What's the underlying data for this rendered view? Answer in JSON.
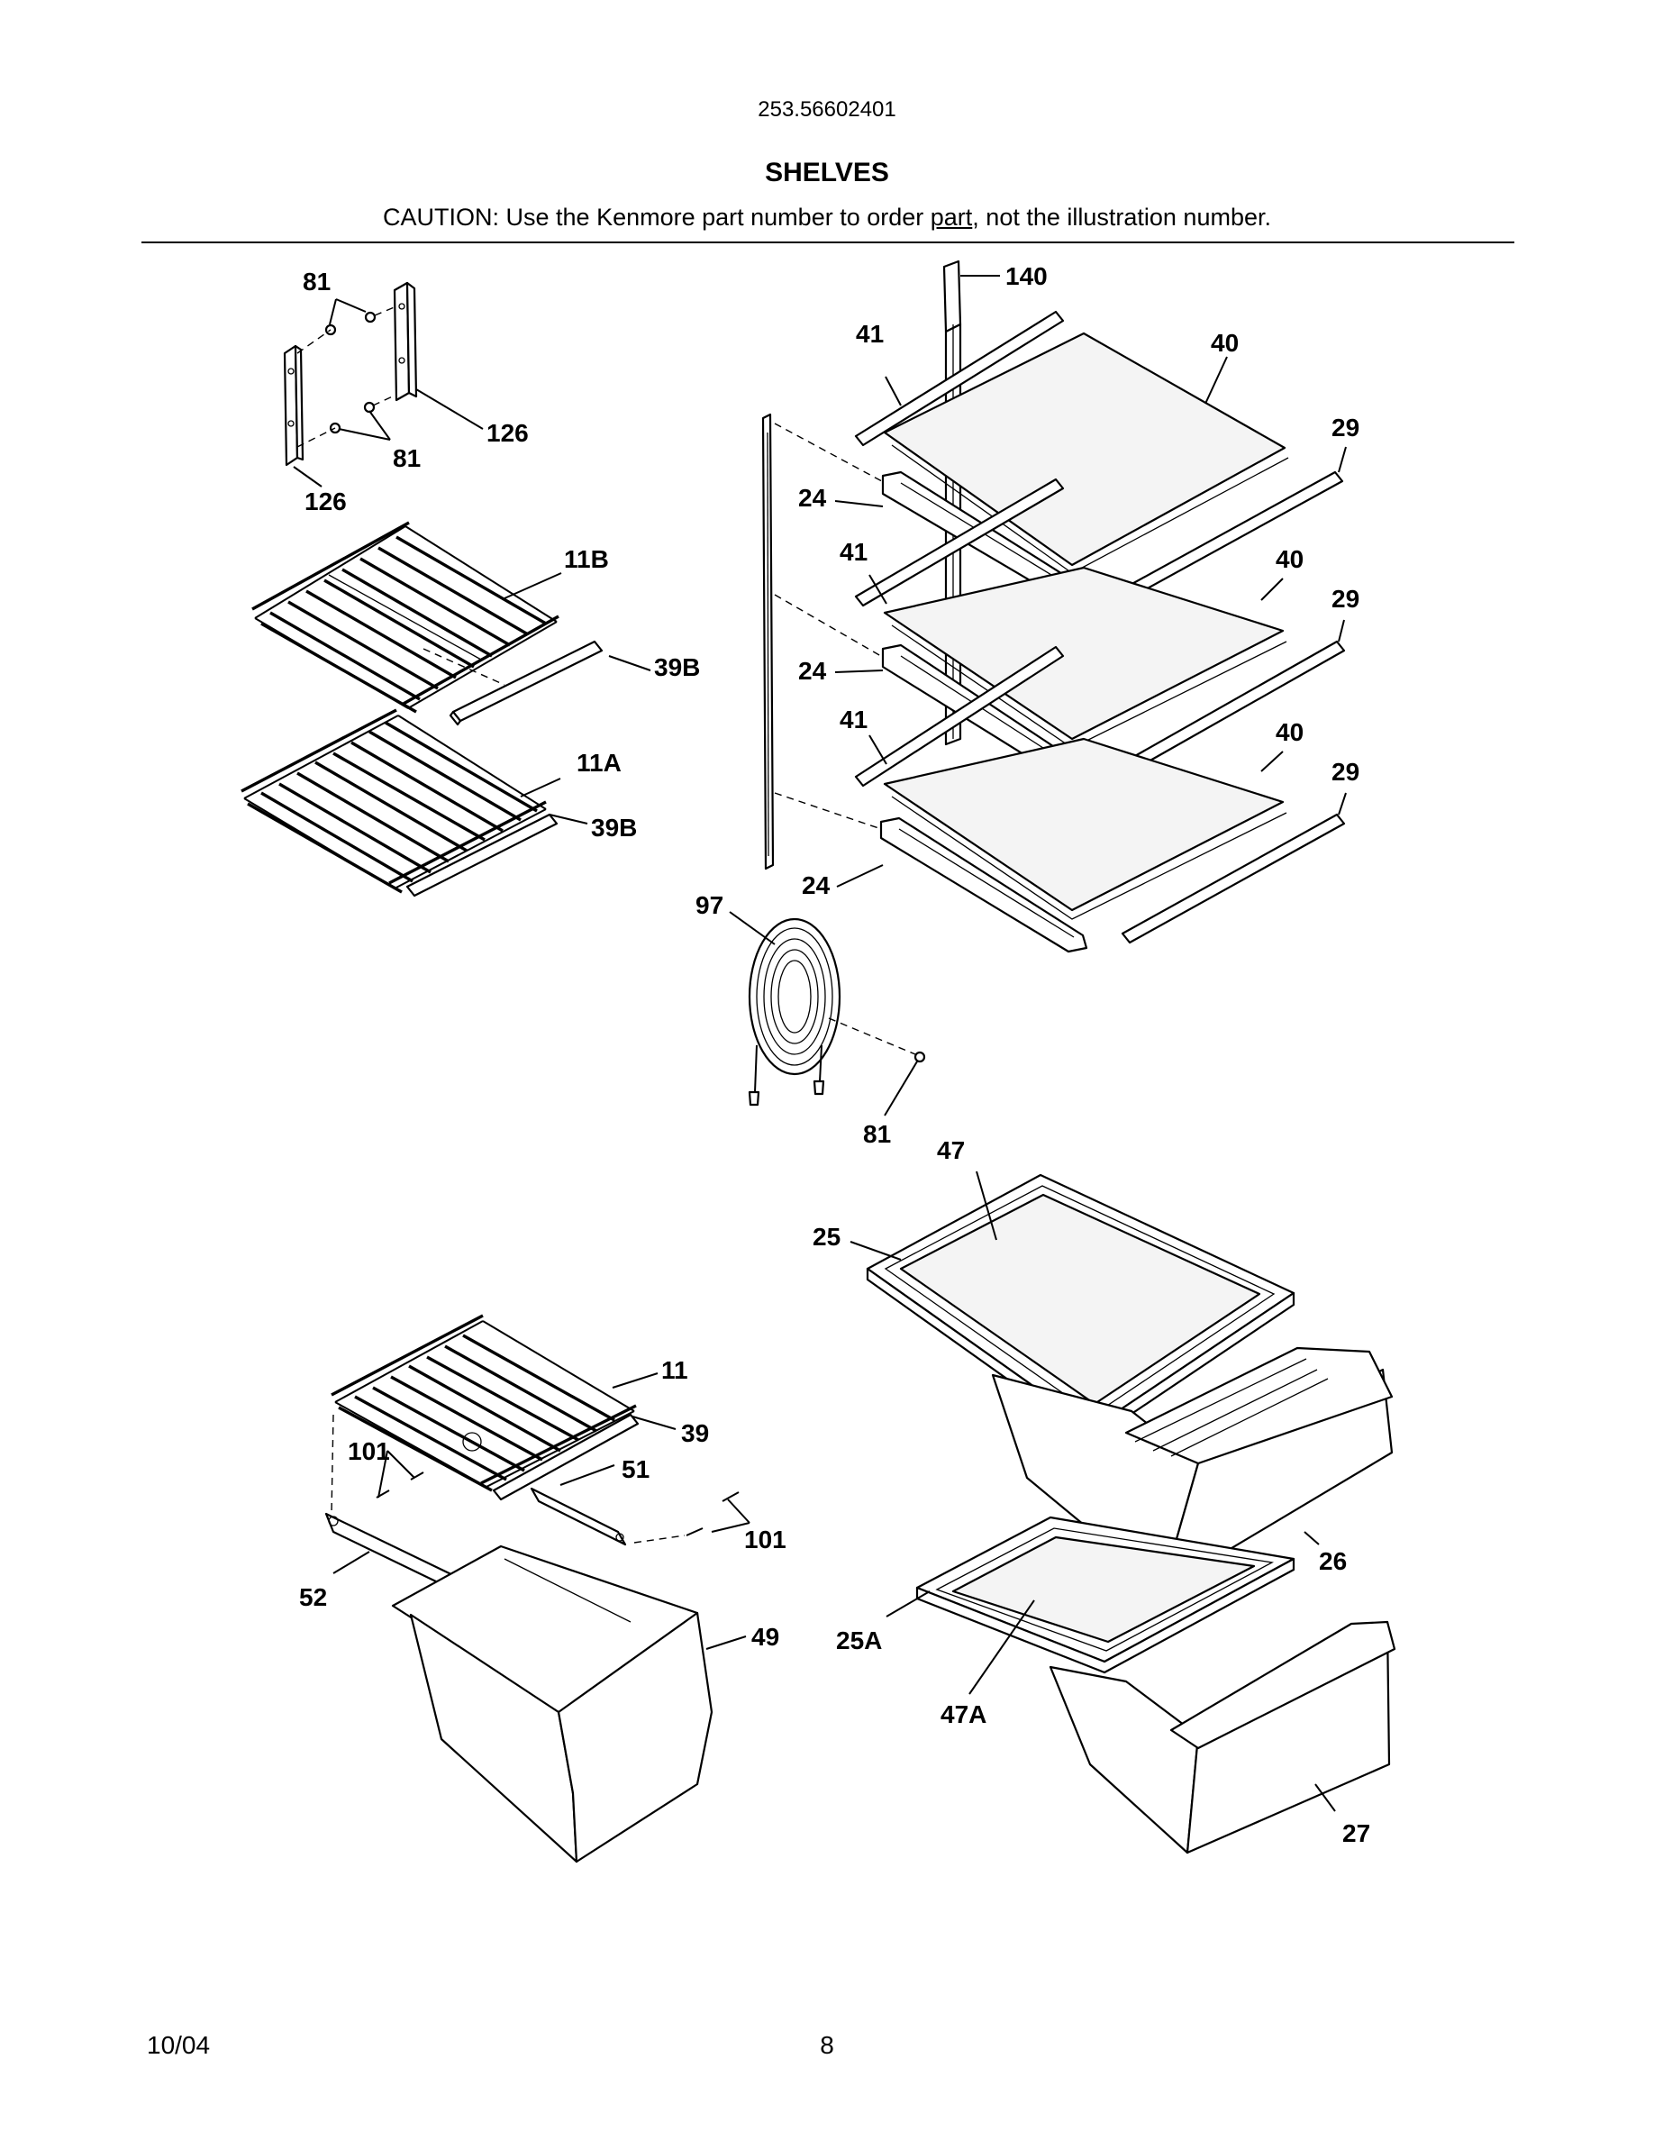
{
  "header": {
    "model_number": "253.56602401",
    "title": "SHELVES",
    "caution_prefix": "CAUTION: Use the Kenmore part number to order ",
    "caution_underlined": "part",
    "caution_suffix": ", not the illustration number."
  },
  "callouts": {
    "c81_top": "81",
    "c126_right": "126",
    "c81_mid": "81",
    "c126_left": "126",
    "c11B": "11B",
    "c39B_upper": "39B",
    "c11A": "11A",
    "c39B_lower": "39B",
    "c140": "140",
    "c40_top": "40",
    "c41_top": "41",
    "c29_top": "29",
    "c24_top": "24",
    "c41_mid": "41",
    "c40_mid": "40",
    "c29_mid": "29",
    "c24_mid": "24",
    "c41_low": "41",
    "c40_low": "40",
    "c29_low": "29",
    "c24_low": "24",
    "c97": "97",
    "c81_low": "81",
    "c47": "47",
    "c25": "25",
    "c11": "11",
    "c39": "39",
    "c101_left": "101",
    "c51": "51",
    "c101_right": "101",
    "c52": "52",
    "c49": "49",
    "c26": "26",
    "c25A": "25A",
    "c47A": "47A",
    "c27": "27"
  },
  "footer": {
    "date": "10/04",
    "page": "8"
  }
}
